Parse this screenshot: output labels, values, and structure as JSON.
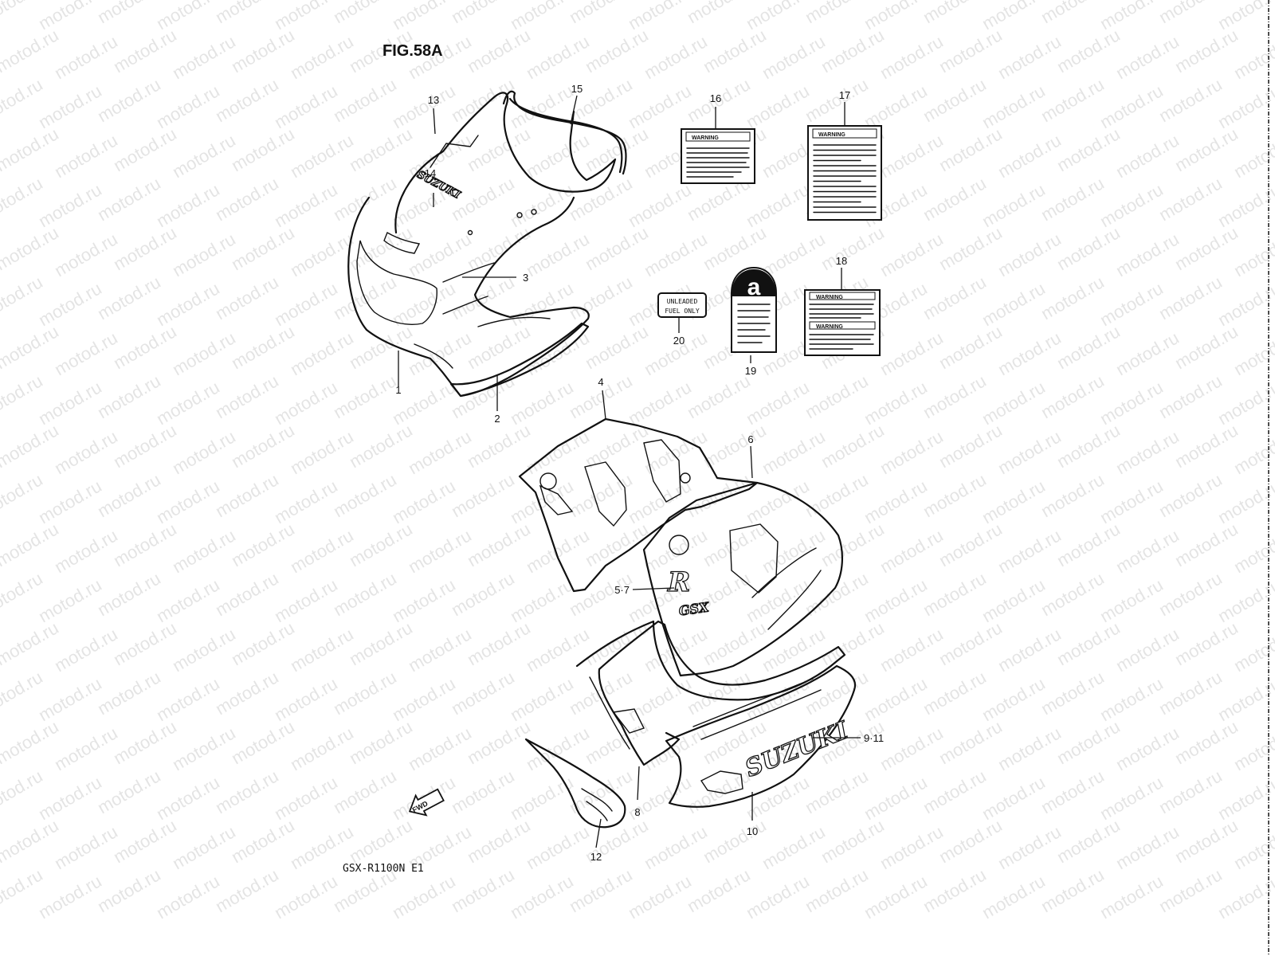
{
  "figure": {
    "title": "FIG.58A",
    "model": "GSX-R1100N E1"
  },
  "watermark": {
    "text": "motod.ru"
  },
  "callouts": [
    "1",
    "2",
    "3",
    "4",
    "5·7",
    "6",
    "8",
    "9·11",
    "10",
    "12",
    "13",
    "14",
    "15",
    "16",
    "17",
    "18",
    "19",
    "20"
  ],
  "labels": {
    "warning": "WARNING",
    "unleaded_line1": "UNLEADED",
    "unleaded_line2": "FUEL ONLY",
    "a_mark": "a"
  },
  "decals": {
    "fairing_logo": "SUZUKI",
    "side_logo": "SUZUKI",
    "r_mark": "R",
    "gsx_mark": "GSX"
  },
  "arrow": {
    "text": "FWD"
  }
}
